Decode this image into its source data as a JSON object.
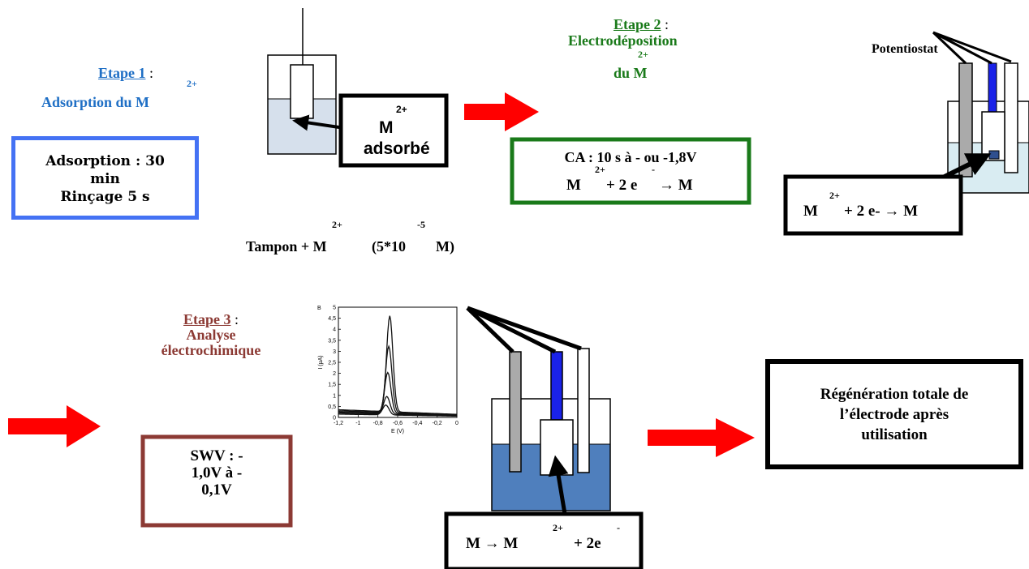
{
  "step1": {
    "heading": "Etape 1",
    "colon": " :",
    "title": "Adsorption du M",
    "title_sup": "2+",
    "box_line1": "Adsorption : 30",
    "box_line2": "min",
    "box_line3": "Rinçage 5 s"
  },
  "cell1": {
    "label_main": "M",
    "label_sup": "2+",
    "label_sub": "adsorbé",
    "solution_a": "Tampon + M",
    "solution_sup1": "2+",
    "solution_b": "(5*10",
    "solution_sup2": "-5",
    "solution_c": "M)"
  },
  "step2": {
    "heading": "Etape 2",
    "colon": " :",
    "title_line1": "Electrodéposition",
    "title_sup": "2+",
    "title_line2": "du M",
    "box_line1": "CA : 10 s à - ou -1,8V",
    "box_line2_a": "M",
    "box_line2_sup": "2+",
    "box_line2_b": "+ 2 e",
    "box_line2_sup2": "-",
    "box_line2_c": "→ M"
  },
  "cell2": {
    "potentiostat": "Potentiostat",
    "reaction_a": "M",
    "reaction_sup": "2+",
    "reaction_b": "+ 2 e- → M"
  },
  "step3": {
    "heading": "Etape 3",
    "colon": " :",
    "title_line1": "Analyse",
    "title_line2": "électrochimique",
    "box_line1": "SWV : -",
    "box_line2": "1,0V à -",
    "box_line3": "0,1V"
  },
  "cell3": {
    "reaction_a": "M → M",
    "reaction_sup": "2+",
    "reaction_b": "+ 2e",
    "reaction_sup2": "-"
  },
  "regeneration": {
    "line1": "Régénération totale de",
    "line2": "l’électrode après",
    "line3": "utilisation"
  },
  "chart_data": {
    "type": "line",
    "panel_label": "B",
    "xlabel": "E (V)",
    "ylabel": "I (µA)",
    "xlim": [
      -1.2,
      0
    ],
    "ylim": [
      0,
      5
    ],
    "x_ticks": [
      "-1,2",
      "-1",
      "-0,8",
      "-0,6",
      "-0,4",
      "-0,2",
      "0"
    ],
    "y_ticks": [
      "0",
      "0,5",
      "1",
      "1,5",
      "2",
      "2,5",
      "3",
      "3,5",
      "4",
      "4,5",
      "5"
    ],
    "series": [
      {
        "peak_x": -0.68,
        "peak_y": 4.7,
        "base": 0.35
      },
      {
        "peak_x": -0.69,
        "peak_y": 3.3,
        "base": 0.3
      },
      {
        "peak_x": -0.7,
        "peak_y": 2.1,
        "base": 0.25
      },
      {
        "peak_x": -0.71,
        "peak_y": 1.0,
        "base": 0.2
      },
      {
        "peak_x": -0.72,
        "peak_y": 0.6,
        "base": 0.15
      }
    ]
  },
  "colors": {
    "arrow": "#ff0000",
    "step1": "#4472f4",
    "step2": "#1a7a1a",
    "step3": "#8c3a34",
    "solution_light": "#d6e0ec",
    "solution_dark": "#4f7fbd",
    "working_electrode": "#1a22e8",
    "reference_electrode": "#aaaaaa"
  }
}
